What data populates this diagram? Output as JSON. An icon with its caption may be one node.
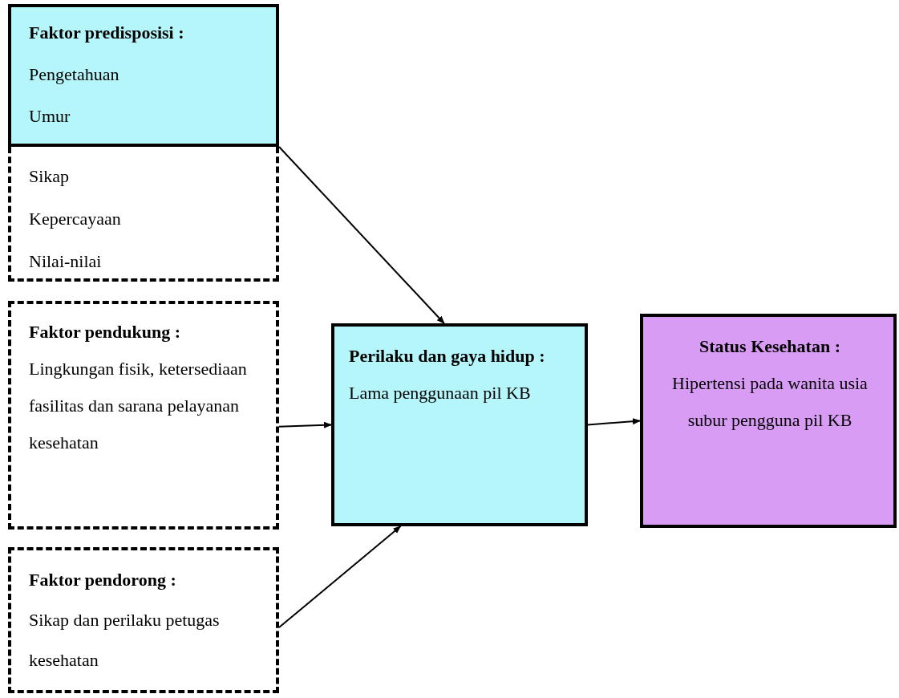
{
  "diagram": {
    "nodes": [
      {
        "text": [
          "Faktor predisposisi :",
          "Pengetahuan",
          "Umur"
        ]
      },
      {
        "text": [
          "Sikap",
          "Kepercayaan",
          "Nilai-nilai"
        ]
      },
      {
        "text": [
          "Faktor pendukung :",
          "Lingkungan fisik, ketersediaan fasilitas dan sarana pelayanan kesehatan"
        ]
      },
      {
        "text": [
          "Faktor pendorong :",
          "Sikap dan perilaku petugas kesehatan"
        ]
      },
      {
        "text": [
          "Perilaku dan gaya hidup :",
          "Lama penggunaan pil KB"
        ]
      },
      {
        "text": [
          "Status Kesehatan :",
          "Hipertensi pada wanita usia subur pengguna pil KB"
        ]
      }
    ],
    "edges": [
      {
        "from": 0,
        "to": 4,
        "arrow": "to"
      },
      {
        "from": 2,
        "to": 4,
        "arrow": "to"
      },
      {
        "from": 3,
        "to": 4,
        "arrow": "to"
      },
      {
        "from": 4,
        "to": 5,
        "arrow": "to"
      }
    ]
  }
}
